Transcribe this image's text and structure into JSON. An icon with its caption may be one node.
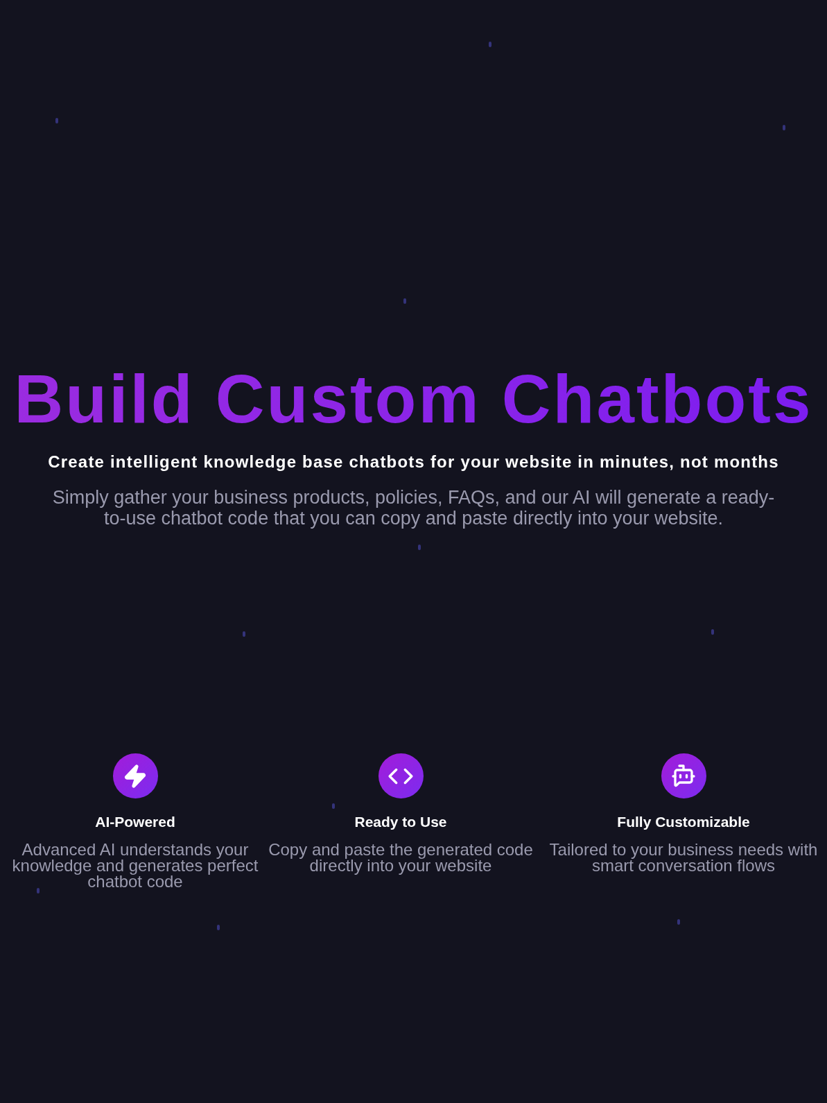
{
  "diagram": {
    "title": "Build Custom Chatbots",
    "labels": [
      "Create intelligent knowledge base chatbots for your website in minutes, not months",
      "Simply gather your business products, policies, FAQs, and our AI will generate a ready-to-use chatbot code that you can copy and paste directly into your website.",
      "AI-Powered",
      "Advanced AI understands your knowledge and generates perfect chatbot code",
      "Ready to Use",
      "Copy and paste the generated code directly into your website",
      "Fully Customizable",
      "Tailored to your business needs with smart conversation flows"
    ]
  }
}
